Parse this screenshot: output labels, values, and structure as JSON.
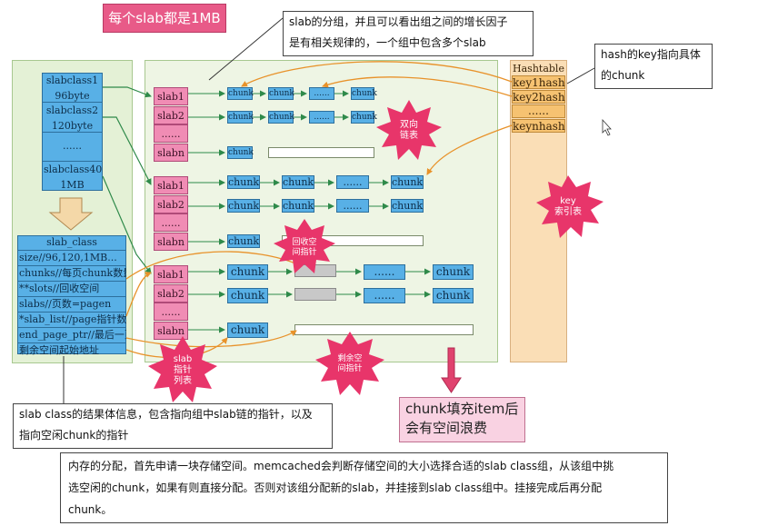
{
  "top_label": "每个slab都是1MB",
  "callout_group": [
    "slab的分组，并且可以看出组之间的增长因子",
    "是有相关规律的，一个组中包含多个slab"
  ],
  "callout_hash": [
    "hash的key指向具体",
    "的chunk"
  ],
  "slabclasses": [
    {
      "name": "slabclass1",
      "size": "96byte"
    },
    {
      "name": "slabclass2",
      "size": "120byte"
    },
    {
      "name": "......",
      "size": ""
    },
    {
      "name": "slabclass40",
      "size": "1MB"
    }
  ],
  "slab_class_struct": [
    "slab_class",
    "size//96,120,1MB...",
    "chunks//每页chunk数量",
    "**slots//回收空间",
    "slabs//页数=pagen",
    "*slab_list//page指针数组",
    "end_page_ptr//最后一页",
    "剩余空间起始地址"
  ],
  "slab_labels": [
    "slab1",
    "slab2",
    "......",
    "slabn"
  ],
  "chunk_label": "chunk",
  "dots_label": "......",
  "hashtable": {
    "title": "Hashtable",
    "cells": [
      "key1hash",
      "key2hash",
      "......",
      "keynhash"
    ]
  },
  "bursts": {
    "doubly_linked": "双向\n链表",
    "key_index": "key\n索引表",
    "recycle": "回收空\n间指针",
    "slab_ptr": "slab\n指针\n列表",
    "remaining": "剩余空\n间指针"
  },
  "callout_struct": [
    "slab class的结果体信息，包含指向组中slab链的指针，以及",
    "指向空闲chunk的指针"
  ],
  "callout_waste": [
    "chunk填充item后",
    "会有空间浪费"
  ],
  "bottom_text": [
    "内存的分配，首先申请一块存储空间。memcached会判断存储空间的大小选择合适的slab class组，从该组中挑",
    "选空闲的chunk，如果有则直接分配。否则对该组分配新的slab，并挂接到slab class组中。挂接完成后再分配",
    "chunk。"
  ],
  "colors": {
    "panel_green": "#e4f1d6",
    "chunk_blue": "#58b0e6",
    "slab_pink": "#f08cb4",
    "hash_orange": "#f6c271",
    "burst_pink": "#e8356a",
    "arrow_orange": "#e8922a",
    "arrow_green": "#2f8a4a",
    "down_arrow_red": "#e0426e"
  }
}
